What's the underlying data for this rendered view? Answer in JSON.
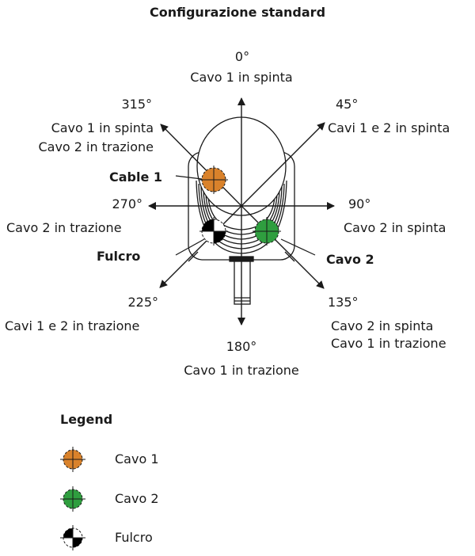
{
  "title": "Configurazione standard",
  "directions": {
    "d0": {
      "angle": "0°",
      "text": "Cavo 1 in spinta"
    },
    "d45": {
      "angle": "45°",
      "text": "Cavi 1 e 2 in spinta"
    },
    "d90": {
      "angle": "90°",
      "text": "Cavo 2 in spinta"
    },
    "d135": {
      "angle": "135°",
      "line1": "Cavo 2 in spinta",
      "line2": "Cavo 1 in trazione"
    },
    "d180": {
      "angle": "180°",
      "text": "Cavo 1 in trazione"
    },
    "d225": {
      "angle": "225°",
      "text": "Cavi 1 e 2 in trazione"
    },
    "d270": {
      "angle": "270°",
      "text": "Cavo 2 in trazione"
    },
    "d315": {
      "angle": "315°",
      "line1": "Cavo 1 in spinta",
      "line2": "Cavo 2 in trazione"
    }
  },
  "callouts": {
    "cable1": "Cable 1",
    "fulcrum": "Fulcro",
    "cable2": "Cavo 2"
  },
  "legend": {
    "title": "Legend",
    "items": [
      {
        "label": "Cavo 1",
        "color": "#d9822b"
      },
      {
        "label": "Cavo 2",
        "color": "#2f9e3f"
      },
      {
        "label": "Fulcro",
        "color": "#000000"
      }
    ]
  },
  "colors": {
    "cable1": "#d9822b",
    "cable2": "#2f9e3f",
    "line": "#1a1a1a"
  }
}
